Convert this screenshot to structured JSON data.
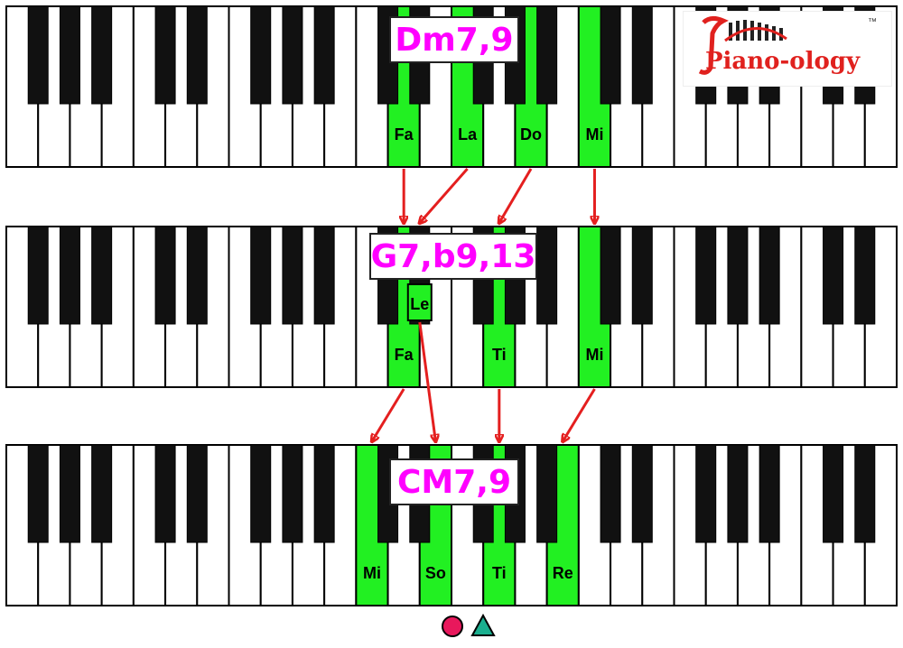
{
  "keyboards": [
    {
      "chord": "Dm7,9",
      "notes": [
        {
          "label": "Fa",
          "key": "Fa"
        },
        {
          "label": "La",
          "key": "La"
        },
        {
          "label": "Do",
          "key": "Do"
        },
        {
          "label": "Mi",
          "key": "Mi"
        }
      ]
    },
    {
      "chord": "G7,b9,13",
      "notes": [
        {
          "label": "Fa",
          "key": "Fa"
        },
        {
          "label": "Le",
          "key": "Le-black"
        },
        {
          "label": "Ti",
          "key": "Ti"
        },
        {
          "label": "Mi",
          "key": "Mi"
        }
      ]
    },
    {
      "chord": "CM7,9",
      "notes": [
        {
          "label": "Mi",
          "key": "Mi"
        },
        {
          "label": "So",
          "key": "So"
        },
        {
          "label": "Ti",
          "key": "Ti"
        },
        {
          "label": "Re",
          "key": "Re"
        }
      ]
    }
  ],
  "logo": {
    "text": "Piano-ology",
    "tm": "™"
  },
  "colors": {
    "highlight": "#22f022",
    "arrow": "#e41f1f",
    "chord_text": "#ff00ff",
    "circle": "#e8185c",
    "triangle": "#1aaf8f"
  },
  "legend_icons": [
    "circle-icon",
    "triangle-icon"
  ]
}
